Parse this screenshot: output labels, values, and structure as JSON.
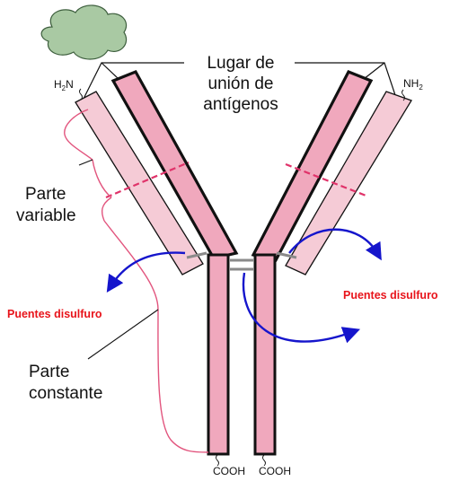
{
  "labels": {
    "binding_site_line1": "Lugar de",
    "binding_site_line2": "unión de",
    "binding_site_line3": "antígenos",
    "variable_line1": "Parte",
    "variable_line2": "variable",
    "constant_line1": "Parte",
    "constant_line2": "constante",
    "disulfide_left": "Puentes disulfuro",
    "disulfide_right": "Puentes disulfuro",
    "amino_left": "H",
    "amino_left_sub": "2",
    "amino_left_tail": "N",
    "amino_right": "NH",
    "amino_right_sub": "2",
    "carboxyl_left": "COOH",
    "carboxyl_right": "COOH"
  },
  "colors": {
    "heavy_chain_fill": "#f0a8bd",
    "light_chain_fill": "#f5cbd6",
    "chain_outline": "#111111",
    "variable_boundary": "#e0336a",
    "bracket_line": "#e2557e",
    "arrow": "#1515cc",
    "antigen_fill": "#a9c9a3",
    "antigen_outline": "#3d5e3d",
    "disulfide_label": "#e8141b",
    "disulfide_bond": "#8a8a8a"
  }
}
